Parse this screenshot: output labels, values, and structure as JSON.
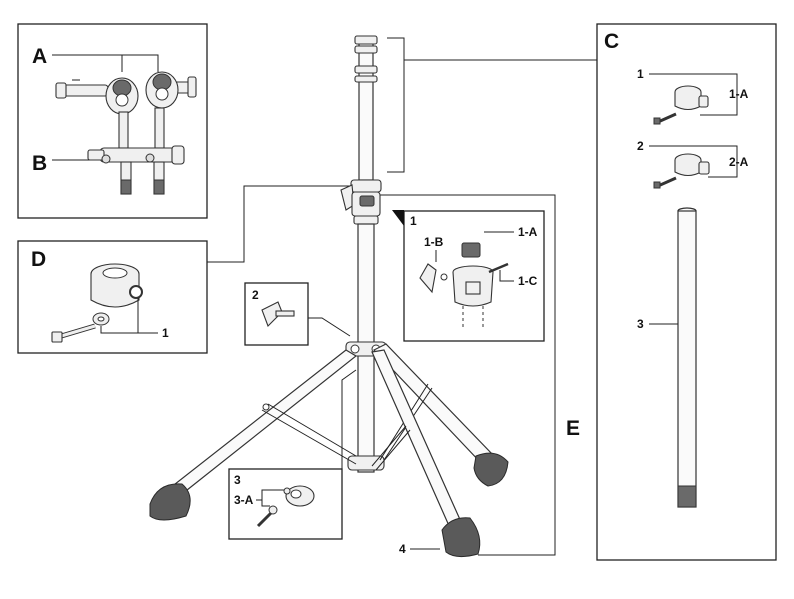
{
  "panels": {
    "A": "A",
    "B": "B",
    "C": "C",
    "D": "D",
    "E": "E"
  },
  "panel_c": {
    "item_1": "1",
    "item_1a": "1-A",
    "item_2": "2",
    "item_2a": "2-A",
    "item_3": "3"
  },
  "panel_d": {
    "item_1": "1"
  },
  "panel_e": {
    "item_1": "1",
    "item_1a": "1-A",
    "item_1b": "1-B",
    "item_1c": "1-C",
    "item_4": "4"
  },
  "callout_2": {
    "item_2": "2"
  },
  "callout_3": {
    "item_3": "3",
    "item_3a": "3-A"
  }
}
